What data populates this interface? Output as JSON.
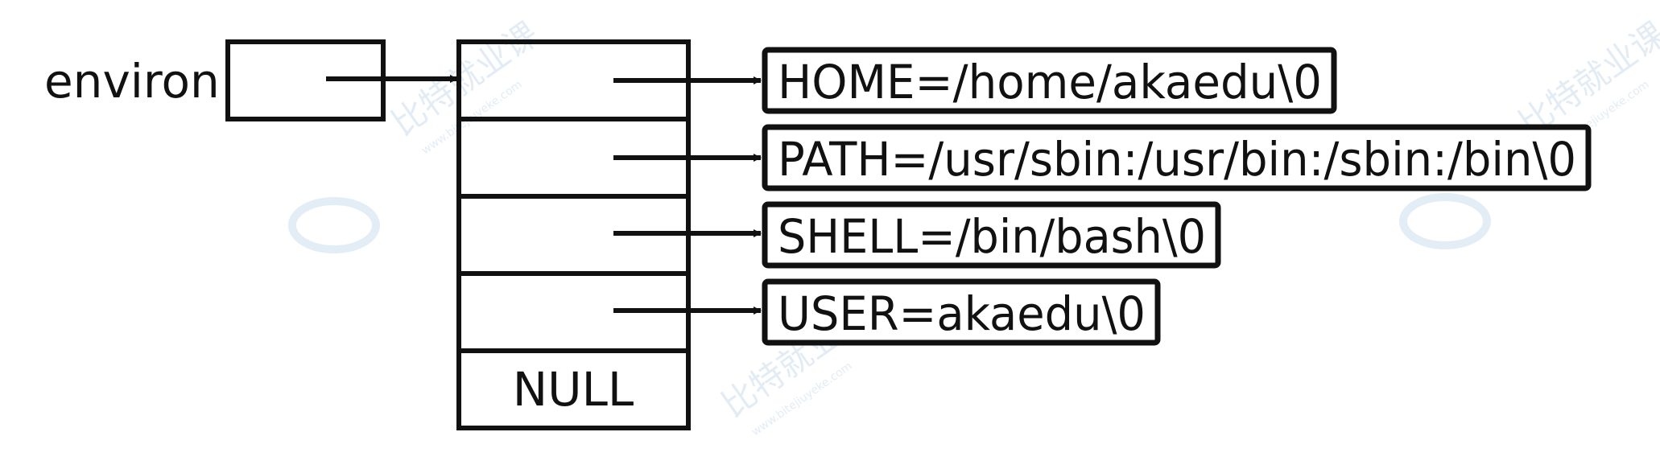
{
  "colors": {
    "ink": "#111111",
    "background": "#ffffff",
    "watermark": "#dfe9f3"
  },
  "environ_label": "environ",
  "array_slots": [
    "",
    "",
    "",
    "",
    "NULL"
  ],
  "strings": [
    "HOME=/home/akaedu\\0",
    "PATH=/usr/sbin:/usr/bin:/sbin:/bin\\0",
    "SHELL=/bin/bash\\0",
    "USER=akaedu\\0"
  ],
  "watermark": {
    "text": "比特就业课",
    "url": "www.bitejiuyeke.com"
  }
}
